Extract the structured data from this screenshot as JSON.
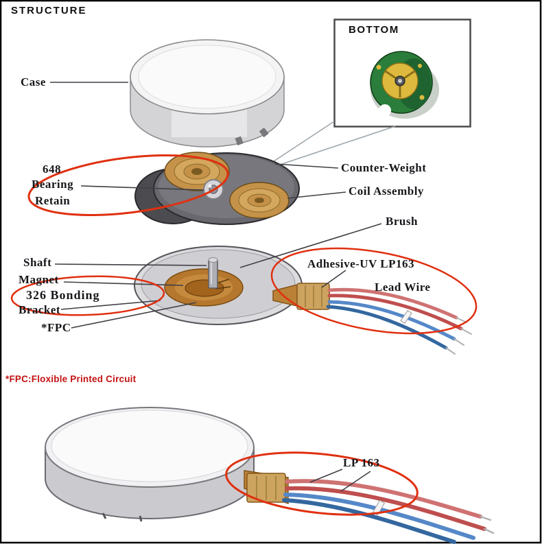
{
  "title": "STRUCTURE",
  "inset": {
    "title": "BOTTOM"
  },
  "annotations": {
    "case": "Case",
    "counter_weight": "Counter-Weight",
    "coil_assembly": "Coil Assembly",
    "brush": "Brush",
    "bearing": {
      "line1": "648",
      "line2": "Bearing",
      "line3": "Retain"
    },
    "shaft": "Shaft",
    "magnet": "Magnet",
    "bonding": "326 Bonding",
    "bracket": "Bracket",
    "fpc": "*FPC",
    "adhesive_uv": "Adhesive-UV LP163",
    "lead_wire": "Lead Wire",
    "fpc_note": "*FPC:Floxible Printed Circuit",
    "lp163": "LP 163"
  },
  "colors": {
    "annotation_red": "#e03010",
    "note_red": "#c41212",
    "pcb_green": "#2a7d3a",
    "rotor_yellow": "#ddba3e",
    "coil_copper": "#c59249",
    "fpc_tan": "#bb8136",
    "wire_red_light": "#cf7272",
    "wire_red_dark": "#bf4e4e",
    "wire_blue_light": "#5588c8",
    "wire_blue_dark": "#34679f"
  }
}
